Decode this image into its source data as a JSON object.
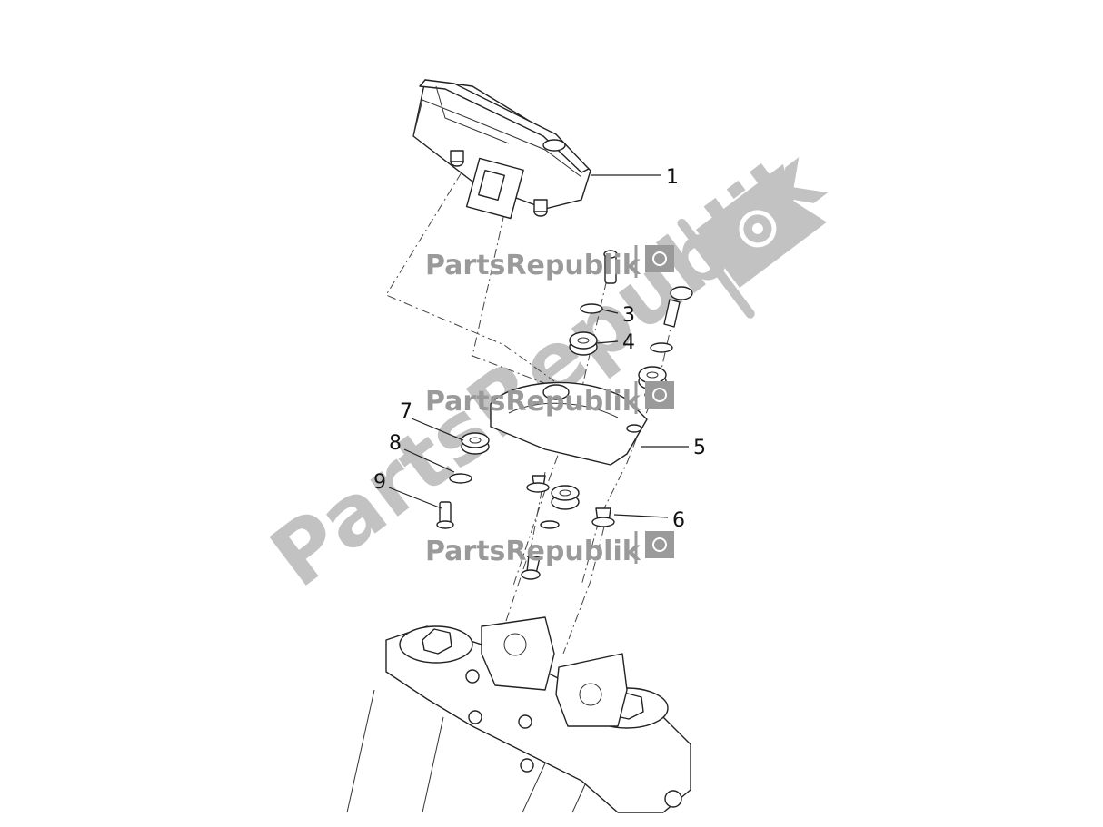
{
  "diagram": {
    "callouts": [
      "1",
      "3",
      "4",
      "5",
      "6",
      "7",
      "8",
      "9"
    ],
    "watermark": {
      "brand": "PartsRepublik",
      "icon": "gear-flag-icon"
    },
    "colors": {
      "lines": "#222222",
      "watermark": "#9a9a9a",
      "watermark_big": "#b8b8b8",
      "background": "#ffffff"
    }
  }
}
